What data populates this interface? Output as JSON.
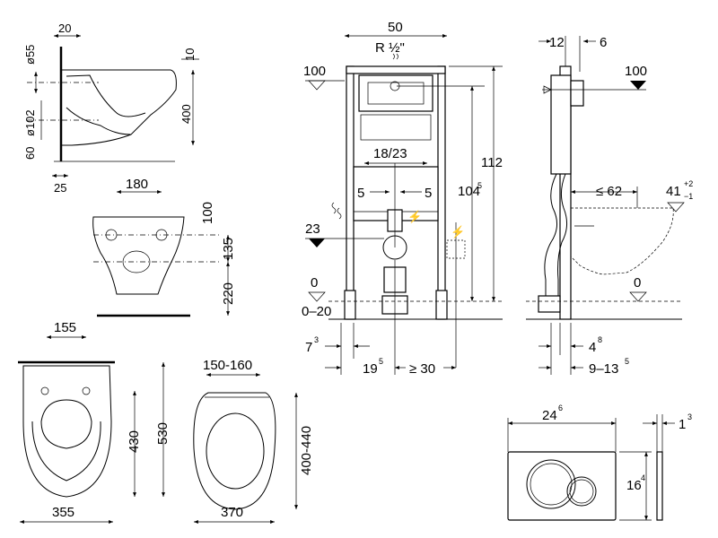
{
  "top_view": {
    "d_width": "20",
    "d_55": "ø55",
    "d_10": "10",
    "d_102": "ø102",
    "d_400": "400",
    "d_60": "60",
    "d_25": "25"
  },
  "bowl_front": {
    "d_180": "180",
    "d_100": "100",
    "d_135": "135",
    "d_220": "220"
  },
  "bowl_plan": {
    "d_155": "155",
    "d_430": "430",
    "d_530": "530",
    "d_355": "355"
  },
  "seat": {
    "d_150_160": "150-160",
    "d_400_440": "400-440",
    "d_370": "370"
  },
  "frame_front": {
    "d_50": "50",
    "d_r_thread": "R ½\"",
    "d_100": "100",
    "d_112": "112",
    "d_104_main": "104",
    "d_104_sup": "5",
    "d_18_23": "18/23",
    "d_5_left": "5",
    "d_5_right": "5",
    "d_23": "23",
    "d_0": "0",
    "d_0_20": "0–20",
    "d_7_main": "7",
    "d_7_sup": "3",
    "d_19_main": "19",
    "d_19_sup": "5",
    "d_ge30": "≥ 30"
  },
  "frame_side": {
    "d_12": "12",
    "d_6": "6",
    "d_100": "100",
    "d_le62": "≤ 62",
    "d_41_main": "41",
    "d_41_plus": "+2",
    "d_41_minus": "−1",
    "d_0": "0",
    "d_4_main": "4",
    "d_4_sup": "8",
    "d_9_13_main": "9–13",
    "d_9_13_sup": "5"
  },
  "flush_plate": {
    "d_24_main": "24",
    "d_24_sup": "6",
    "d_1_main": "1",
    "d_1_sup": "3",
    "d_16_main": "16",
    "d_16_sup": "4"
  }
}
